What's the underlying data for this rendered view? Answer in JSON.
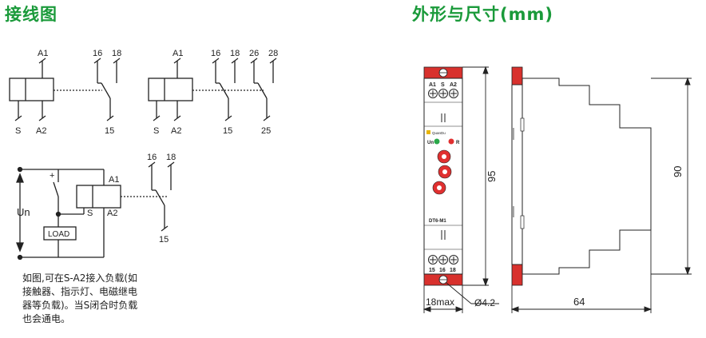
{
  "titles": {
    "wiring": "接线图",
    "dimensions": "外形与尺寸(mm)"
  },
  "wiring_diagram": {
    "diagram1": {
      "coil_top": "A1",
      "coil_bottom_left": "S",
      "coil_bottom_right": "A2",
      "contact_nc": "16",
      "contact_no": "18",
      "contact_common": "15"
    },
    "diagram2": {
      "coil_top": "A1",
      "coil_bottom_left": "S",
      "coil_bottom_right": "A2",
      "contacts_top": [
        "16",
        "18",
        "26",
        "28"
      ],
      "contacts_bottom": [
        "15",
        "25"
      ]
    },
    "diagram3": {
      "plus": "+",
      "supply": "Un",
      "coil_top": "A1",
      "coil_bottom_left": "S",
      "coil_bottom_right": "A2",
      "load": "LOAD",
      "contact_nc": "16",
      "contact_no": "18",
      "contact_common": "15"
    },
    "note": [
      "如图,可在S-A2接入负载(如",
      "接触器、指示灯、电磁继电",
      "器等负载)。当S闭合时负载",
      "也会通电。"
    ]
  },
  "device": {
    "top_terminals": [
      "A1",
      "S",
      "A2"
    ],
    "bottom_terminals": [
      "15",
      "16",
      "18"
    ],
    "brand": "QuanDu",
    "led_un": "Un",
    "led_r": "R",
    "model": "DT6-M1",
    "colors": {
      "accent": "#d8312d",
      "title": "#1a9a3a",
      "led_green": "#2aa84a",
      "led_red": "#e03030"
    }
  },
  "dimensions": {
    "height": "95",
    "total_height": "90",
    "depth": "64",
    "width": "18max",
    "hole": "Ø4.2"
  }
}
